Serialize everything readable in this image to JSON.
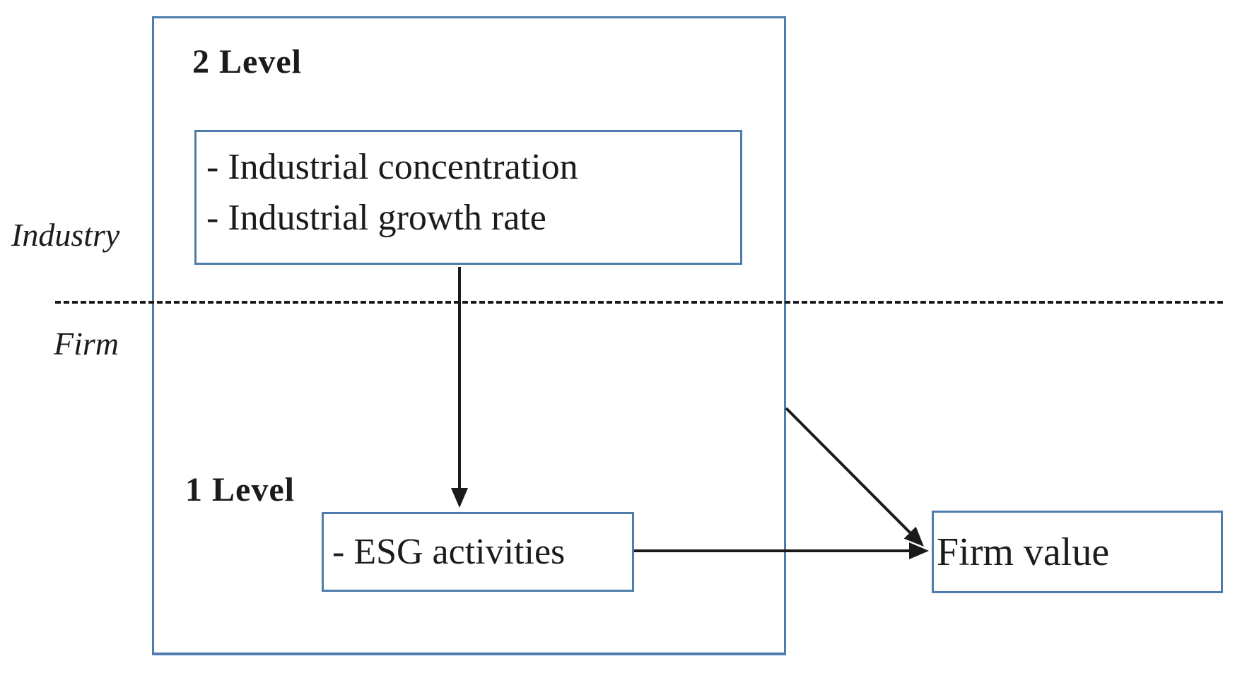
{
  "diagram": {
    "title_levels": {
      "upper_group_label": "2 Level",
      "lower_group_label": "1 Level"
    },
    "side_labels": {
      "industry": "Industry",
      "firm": "Firm"
    },
    "industry_factors_box": {
      "items": [
        "- Industrial concentration",
        "- Industrial growth rate"
      ]
    },
    "esg_box": {
      "label": "- ESG activities"
    },
    "firm_value_box": {
      "label": "Firm value"
    },
    "arrows": [
      {
        "name": "industry-factors-to-esg",
        "from": "industry factors box",
        "to": "ESG activities box",
        "direction": "down"
      },
      {
        "name": "esg-to-firm-value",
        "from": "ESG activities box",
        "to": "Firm value box",
        "direction": "right"
      },
      {
        "name": "industry-context-to-firm-value",
        "from": "2-level outer box right edge",
        "to": "Firm value box",
        "direction": "down-right"
      }
    ],
    "colors": {
      "box_border": "#4e7cac",
      "text": "#1b1b1b",
      "arrow": "#1a1a1a",
      "background": "#ffffff"
    }
  }
}
